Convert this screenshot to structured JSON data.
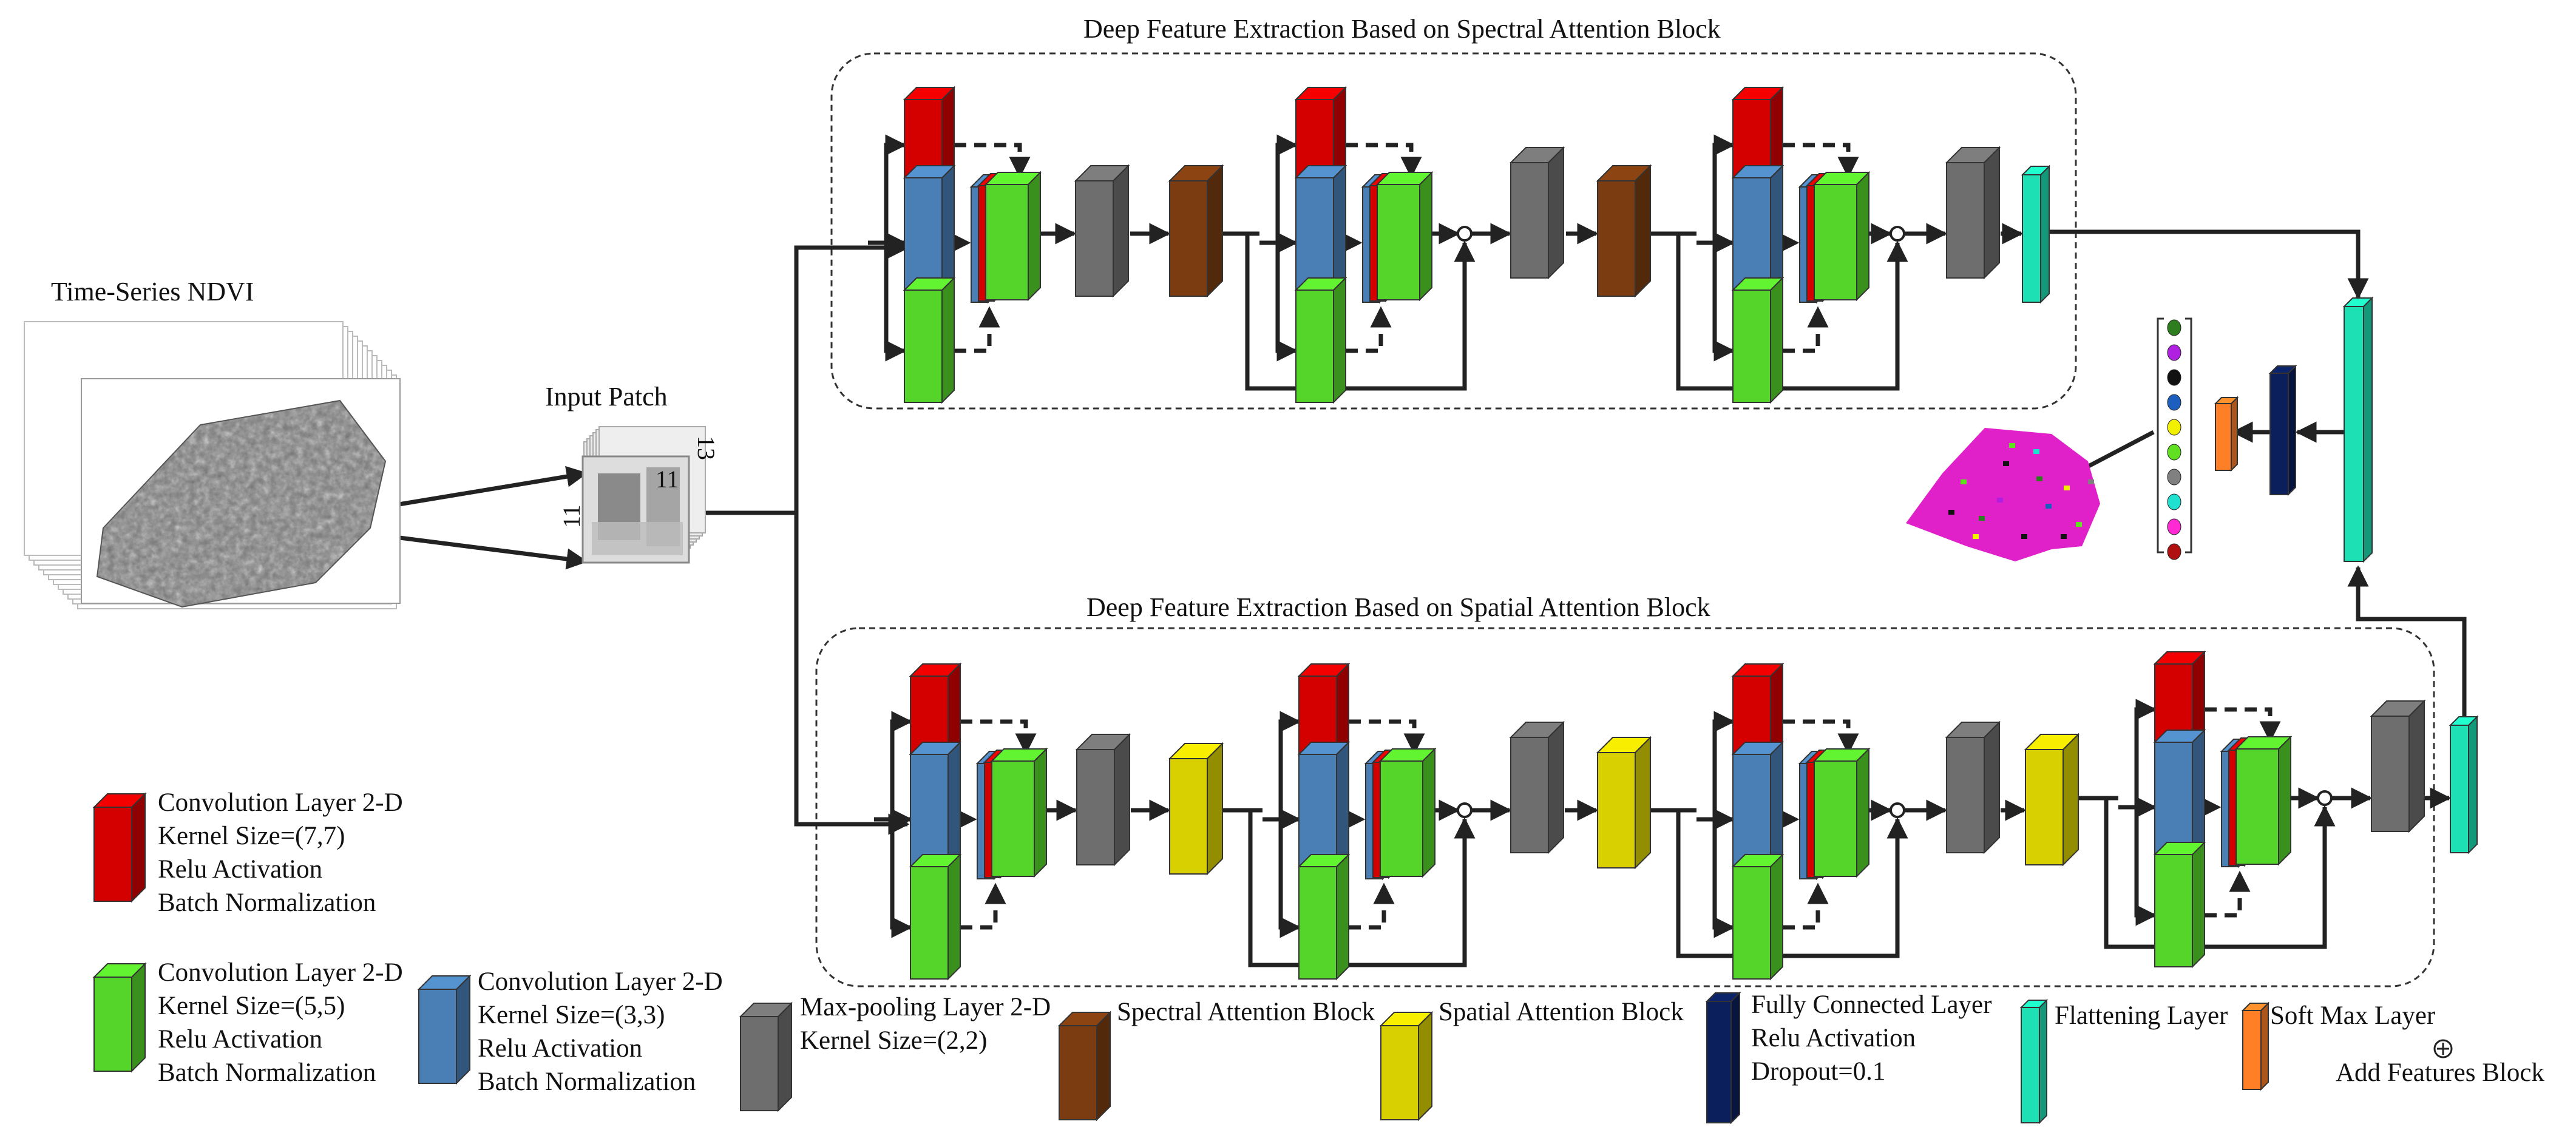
{
  "title_spectral": "Deep Feature Extraction Based on Spectral Attention Block",
  "title_spatial": "Deep Feature Extraction Based on Spatial Attention Block",
  "input_label": "Time-Series NDVI",
  "patch_label": "Input Patch",
  "patch_dims": [
    "11",
    "11",
    "13"
  ],
  "colors": {
    "conv7": "#d40000",
    "conv5": "#55d42a",
    "conv3": "#4a7fb5",
    "maxpool": "#6e6e6e",
    "spectral_att": "#7a3c10",
    "spatial_att": "#d8d000",
    "fc": "#0a1f5c",
    "flatten": "#1de0b4",
    "softmax": "#ff7f27"
  },
  "class_colors": [
    "#2e7d1e",
    "#b020e0",
    "#111111",
    "#1c5fbf",
    "#f0f000",
    "#60e020",
    "#808080",
    "#20e0d0",
    "#ff2ad4",
    "#b01010"
  ],
  "legend": {
    "conv7": "Convolution Layer 2-D\nKernel Size=(7,7)\nRelu Activation\nBatch Normalization",
    "conv5": "Convolution Layer 2-D\nKernel Size=(5,5)\nRelu Activation\nBatch Normalization",
    "conv3": "Convolution Layer 2-D\nKernel Size=(3,3)\nRelu Activation\nBatch Normalization",
    "maxpool": "Max-pooling Layer 2-D\nKernel Size=(2,2)",
    "spectral_att": "Spectral Attention Block",
    "spatial_att": "Spatial Attention Block",
    "fc": "Fully Connected Layer\nRelu Activation\nDropout=0.1",
    "flatten": "Flattening Layer",
    "softmax": "Soft Max Layer",
    "add": "Add Features Block"
  }
}
